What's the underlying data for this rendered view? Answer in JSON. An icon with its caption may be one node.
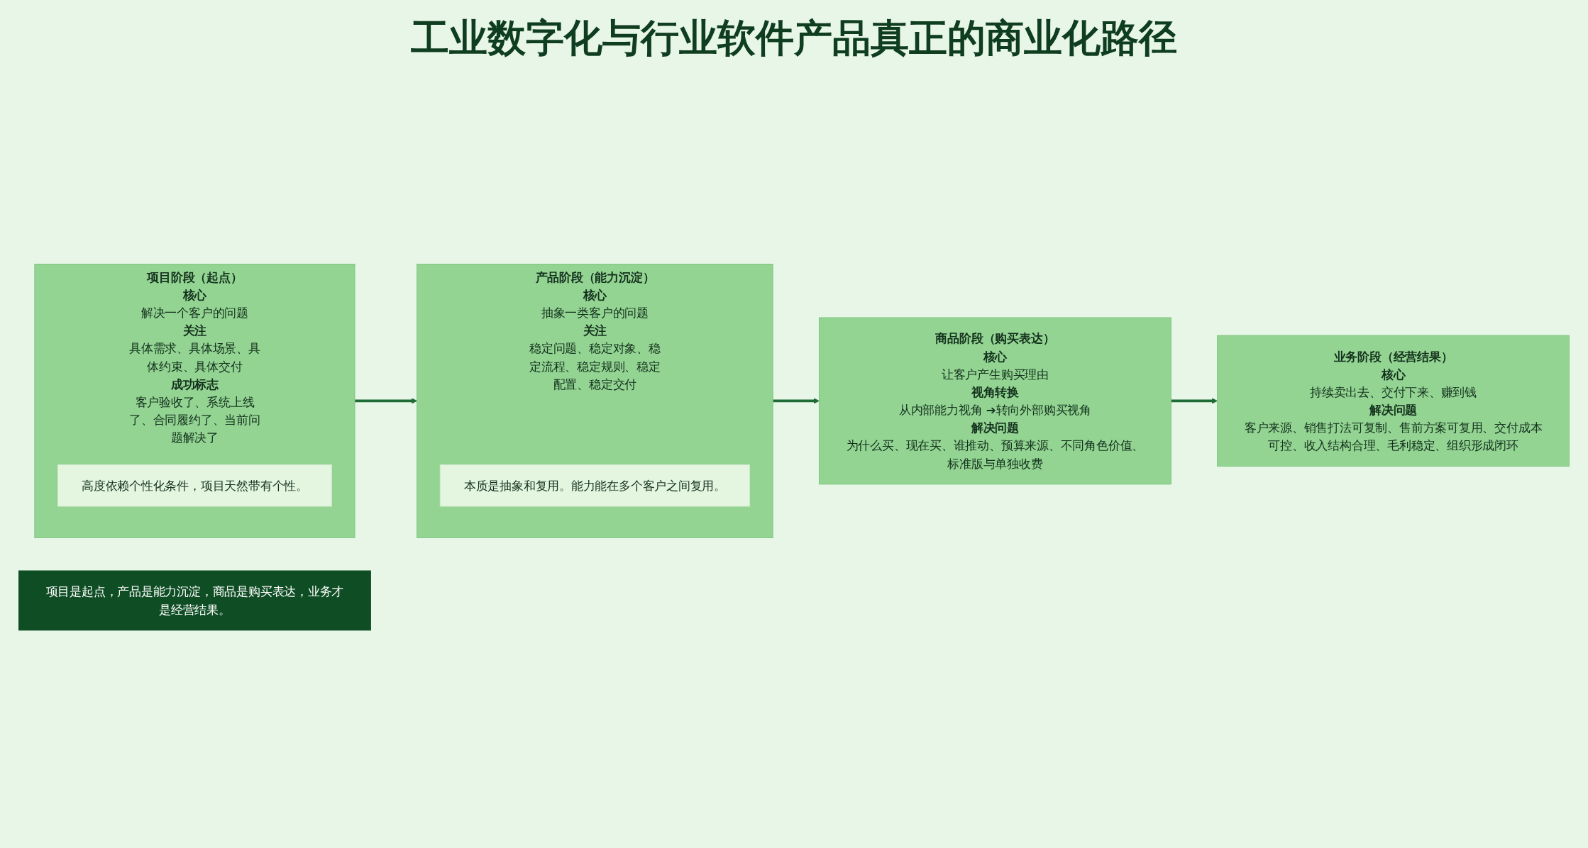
{
  "diagram": {
    "title": "工业数字化与行业软件产品真正的商业化路径",
    "nodes": [
      {
        "text": [
          "项目阶段（起点）",
          "核心",
          "解决一个客户的问题",
          "关注",
          "具体需求、具体场景、具体约束、具体交付",
          "成功标志",
          "客户验收了、系统上线了、合同履约了、当前问题解决了"
        ]
      },
      {
        "text": [
          "高度依赖个性化条件，项目天然带有个性。"
        ],
        "in": 0
      },
      {
        "text": [
          "产品阶段（能力沉淀）",
          "核心",
          "抽象一类客户的问题",
          "关注",
          "稳定问题、稳定对象、稳定流程、稳定规则、稳定配置、稳定交付"
        ]
      },
      {
        "text": [
          "本质是抽象和复用。能力能在多个客户之间复用。"
        ],
        "in": 2
      },
      {
        "text": [
          "商品阶段（购买表达）",
          "核心",
          "让客户产生购买理由",
          "视角转换",
          "从内部能力视角 ➔转向外部购买视角",
          "解决问题",
          "为什么买、现在买、谁推动、预算来源、不同角色价值、标准版与单独收费"
        ]
      },
      {
        "text": [
          "业务阶段（经营结果）",
          "核心",
          "持续卖出去、交付下来、赚到钱",
          "解决问题",
          "客户来源、销售打法可复制、售前方案可复用、交付成本可控、收入结构合理、毛利稳定、组织形成闭环"
        ]
      },
      {
        "text": [
          "项目是起点，产品是能力沉淀，商品是购买表达，业务才是经营结果。"
        ]
      }
    ],
    "edges": [
      {
        "from": 0,
        "to": 2,
        "arrow": "to"
      },
      {
        "from": 2,
        "to": 4,
        "arrow": "to"
      },
      {
        "from": 4,
        "to": 5,
        "arrow": "to"
      }
    ]
  }
}
